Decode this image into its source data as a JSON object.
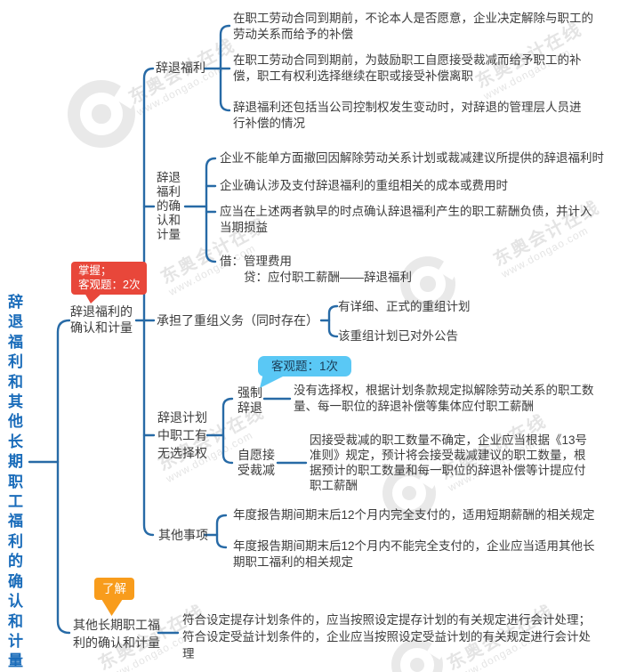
{
  "title": "辞退福利和其他长期职工福利的确认和计量",
  "watermark": {
    "brand": "东奥会计在线",
    "url": "www.dongao.com"
  },
  "colors": {
    "accent_blue": "#276aa6",
    "title_blue": "#1a6cba",
    "badge_red": "#e8473a",
    "badge_blue": "#5ac8f5",
    "badge_orange": "#f89c1c",
    "text": "#3c3c3c"
  },
  "branch1": {
    "badge": "掌握；\n客观题：2次",
    "label": "辞退福利的\n确认和计量",
    "definition": {
      "label": "辞退福利",
      "items": [
        "在职工劳动合同到期前，不论本人是否愿意，企业决定解除与职工的\n劳动关系而给予的补偿",
        "在职工劳动合同到期前，为鼓励职工自愿接受裁减而给予职工的补\n偿，职工有权利选择继续在职或接受补偿离职",
        "辞退福利还包括当公司控制权发生变动时，对辞退的管理层人员进\n行补偿的情况"
      ]
    },
    "recognition": {
      "label": "辞退\n福利\n的确\n认和\n计量",
      "items": [
        "企业不能单方面撤回因解除劳动关系计划或裁减建议所提供的辞退福利时",
        "企业确认涉及支付辞退福利的重组相关的成本或费用时",
        "应当在上述两者孰早的时点确认辞退福利产生的职工薪酬负债，并计入\n当期损益",
        "借：管理费用\n　　贷：应付职工薪酬——辞退福利"
      ]
    },
    "restructure": {
      "label": "承担了重组义务（同时存在）",
      "items": [
        "有详细、正式的重组计划",
        "该重组计划已对外公告"
      ]
    },
    "choice": {
      "label": "辞退计划\n中职工有\n无选择权",
      "badge": "客观题：1次",
      "forced": {
        "label": "强制\n辞退",
        "desc": "没有选择权，根据计划条款规定拟解除劳动关系的职工数\n量、每一职位的辞退补偿等集体应付职工薪酬"
      },
      "voluntary": {
        "label": "自愿接\n受裁减",
        "desc": "因接受裁减的职工数量不确定，企业应当根据《13号\n准则》规定，预计将会接受裁减建议的职工数量，根\n据预计的职工数量和每一职位的辞退补偿等计提应付\n职工薪酬"
      }
    },
    "other": {
      "label": "其他事项",
      "items": [
        "年度报告期间期末后12个月内完全支付的，适用短期薪酬的相关规定",
        "年度报告期间期末后12个月内不能完全支付的，企业应当适用其他长\n期职工福利的相关规定"
      ]
    }
  },
  "branch2": {
    "badge": "了解",
    "label": "其他长期职工福\n利的确认和计量",
    "desc": "符合设定提存计划条件的，应当按照设定提存计划的有关规定进行会计处理；\n符合设定受益计划条件的，企业应当按照设定受益计划的有关规定进行会计处\n理"
  }
}
